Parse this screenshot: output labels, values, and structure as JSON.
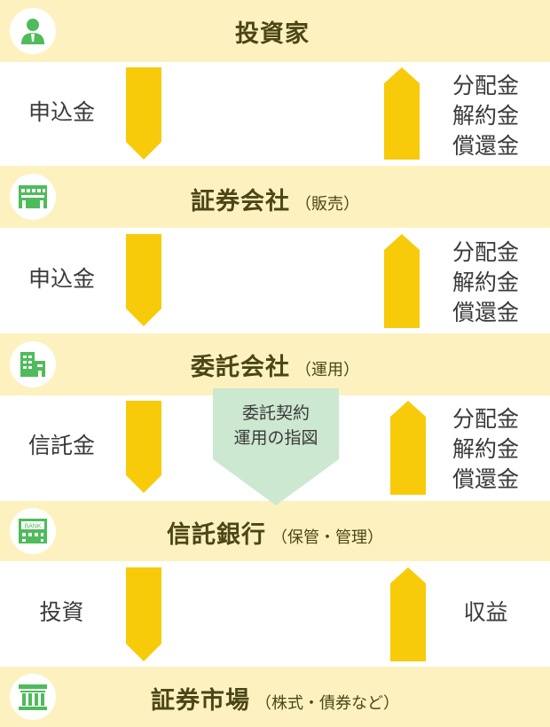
{
  "bands": [
    {
      "title": "投資家",
      "sub": "",
      "icon": "investor-person-icon"
    },
    {
      "title": "証券会社",
      "sub": "（販売）",
      "icon": "securities-building-icon"
    },
    {
      "title": "委託会社",
      "sub": "（運用）",
      "icon": "office-building-icon"
    },
    {
      "title": "信託銀行",
      "sub": "（保管・管理）",
      "icon": "bank-icon"
    },
    {
      "title": "証券市場",
      "sub": "（株式・債券など）",
      "icon": "market-pillar-icon"
    }
  ],
  "flows": [
    {
      "left": "申込金",
      "right": [
        "分配金",
        "解約金",
        "償還金"
      ]
    },
    {
      "left": "申込金",
      "right": [
        "分配金",
        "解約金",
        "償還金"
      ]
    },
    {
      "left": "信託金",
      "right": [
        "分配金",
        "解約金",
        "償還金"
      ]
    },
    {
      "left": "投資",
      "right": [
        "収益"
      ]
    }
  ],
  "contract": {
    "line1": "委託契約",
    "line2": "運用の指図"
  },
  "bank_icon_text": "BANK",
  "colors": {
    "band": "#fdf2bf",
    "arrow": "#f7cb0a",
    "icon_green": "#4fbb5b",
    "contract_green": "#cce8d0"
  }
}
